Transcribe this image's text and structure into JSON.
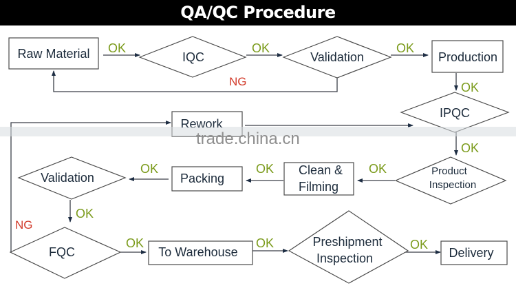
{
  "header": {
    "title": "QA/QC Procedure"
  },
  "nodes": {
    "raw_material": "Raw Material",
    "iqc": "IQC",
    "validation_1": "Validation",
    "production": "Production",
    "ipqc": "IPQC",
    "rework": "Rework",
    "product_inspection": [
      "Product",
      "Inspection"
    ],
    "clean_filming": [
      "Clean &",
      "Filming"
    ],
    "packing": "Packing",
    "validation_2": "Validation",
    "fqc": "FQC",
    "to_warehouse": "To Warehouse",
    "preshipment_inspection": [
      "Preshipment",
      "Inspection"
    ],
    "delivery": "Delivery"
  },
  "labels": {
    "ok": "OK",
    "ng": "NG"
  },
  "watermark": "trade.china.cn",
  "colors": {
    "ok": "#7a9a1a",
    "ng": "#d23a2a",
    "title_bg": "#000000",
    "title_text": "#ffffff"
  }
}
